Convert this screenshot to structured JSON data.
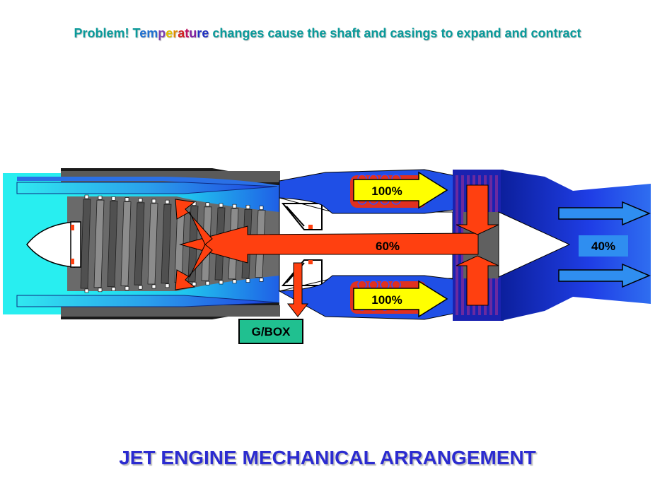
{
  "header": {
    "prefix": "Problem! ",
    "word_letters": [
      {
        "ch": "T",
        "color": "#0a9a9a"
      },
      {
        "ch": "e",
        "color": "#1f6fd0"
      },
      {
        "ch": "m",
        "color": "#1f6fd0"
      },
      {
        "ch": "p",
        "color": "#7b3fb0"
      },
      {
        "ch": "e",
        "color": "#e0c000"
      },
      {
        "ch": "r",
        "color": "#e08a00"
      },
      {
        "ch": "a",
        "color": "#d02020"
      },
      {
        "ch": "t",
        "color": "#c01060"
      },
      {
        "ch": "u",
        "color": "#8020a0"
      },
      {
        "ch": "r",
        "color": "#2030c0"
      },
      {
        "ch": "e",
        "color": "#2030c0"
      }
    ],
    "suffix": " changes cause the shaft and casings to expand and contract"
  },
  "labels": {
    "combustor_top": "100%",
    "combustor_bottom": "100%",
    "shaft": "60%",
    "exhaust": "40%",
    "gearbox": "G/BOX"
  },
  "title": "JET ENGINE MECHANICAL ARRANGEMENT",
  "colors": {
    "intake": "#22e6ee",
    "casing_blue": "#1f4fe6",
    "dark_blue": "#0c1f9c",
    "hot_arrow": "#ff4010",
    "yellow_arrow": "#ffff00",
    "compressor_grey": "#707070",
    "gearbox_green": "#20c090",
    "header_text": "#0a9a9a",
    "title_text": "#2b2bd0"
  }
}
